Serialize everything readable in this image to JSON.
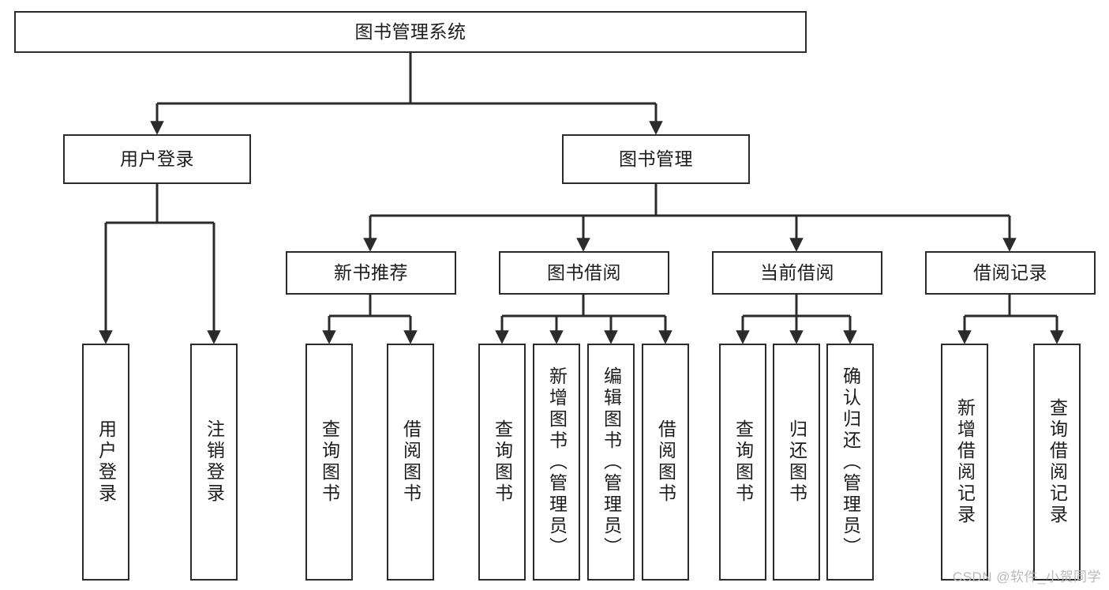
{
  "diagram": {
    "title": "图书管理系统",
    "type": "tree-hierarchy",
    "watermark": "CSDN @软件_小贺同学",
    "colors": {
      "box_border": "#2b2b2b",
      "box_fill": "#ffffff",
      "edge": "#2b2b2b",
      "text": "#1c1c1c",
      "watermark": "#b9b9b9",
      "background": "#ffffff"
    }
  },
  "nodes": {
    "root": {
      "label": "图书管理系统"
    },
    "level2": [
      {
        "label": "用户登录"
      },
      {
        "label": "图书管理"
      }
    ],
    "level3": [
      {
        "label": "新书推荐"
      },
      {
        "label": "图书借阅"
      },
      {
        "label": "当前借阅"
      },
      {
        "label": "借阅记录"
      }
    ],
    "leaves": {
      "user_login": [
        {
          "label": "用户登录"
        },
        {
          "label": "注销登录"
        }
      ],
      "new_book_rec": [
        {
          "label": "查询图书"
        },
        {
          "label": "借阅图书"
        }
      ],
      "book_borrow": [
        {
          "label": "查询图书"
        },
        {
          "label": "新增图书（管理员）"
        },
        {
          "label": "编辑图书（管理员）"
        },
        {
          "label": "借阅图书"
        }
      ],
      "current_borrow": [
        {
          "label": "查询图书"
        },
        {
          "label": "归还图书"
        },
        {
          "label": "确认归还（管理员）"
        }
      ],
      "borrow_record": [
        {
          "label": "新增借阅记录"
        },
        {
          "label": "查询借阅记录"
        }
      ]
    }
  },
  "chart_data": {
    "type": "tree",
    "title": "图书管理系统",
    "root": "图书管理系统",
    "edges": [
      [
        "图书管理系统",
        "用户登录"
      ],
      [
        "图书管理系统",
        "图书管理"
      ],
      [
        "用户登录",
        "用户登录"
      ],
      [
        "用户登录",
        "注销登录"
      ],
      [
        "图书管理",
        "新书推荐"
      ],
      [
        "图书管理",
        "图书借阅"
      ],
      [
        "图书管理",
        "当前借阅"
      ],
      [
        "图书管理",
        "借阅记录"
      ],
      [
        "新书推荐",
        "查询图书"
      ],
      [
        "新书推荐",
        "借阅图书"
      ],
      [
        "图书借阅",
        "查询图书"
      ],
      [
        "图书借阅",
        "新增图书（管理员）"
      ],
      [
        "图书借阅",
        "编辑图书（管理员）"
      ],
      [
        "图书借阅",
        "借阅图书"
      ],
      [
        "当前借阅",
        "查询图书"
      ],
      [
        "当前借阅",
        "归还图书"
      ],
      [
        "当前借阅",
        "确认归还（管理员）"
      ],
      [
        "借阅记录",
        "新增借阅记录"
      ],
      [
        "借阅记录",
        "查询借阅记录"
      ]
    ],
    "levels": 4,
    "orientation": "top-down"
  }
}
